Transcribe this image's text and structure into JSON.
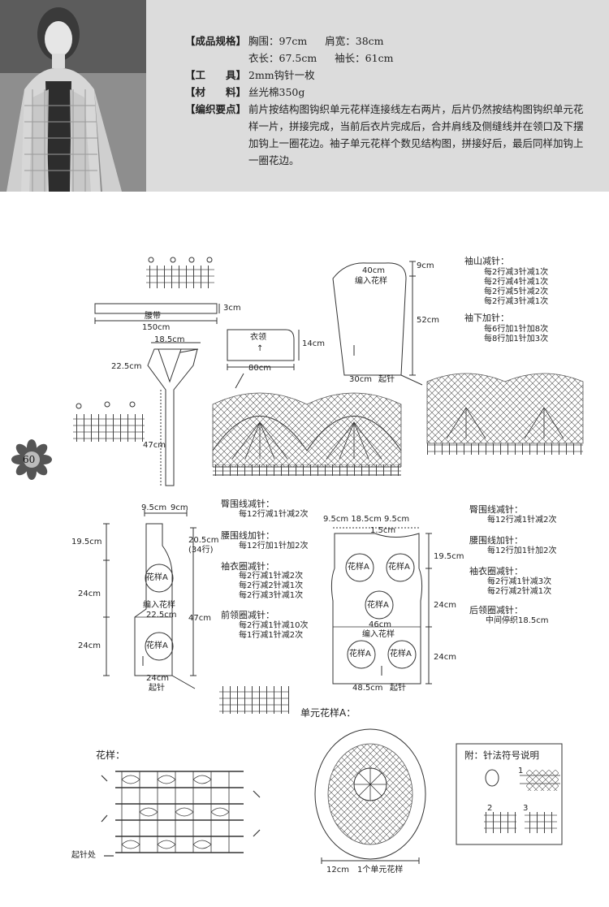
{
  "header": {
    "specs": [
      {
        "label": "【成品规格】",
        "items": [
          "胸围：97cm",
          "肩宽：38cm"
        ]
      },
      {
        "label": "",
        "items": [
          "衣长：67.5cm",
          "袖长：61cm"
        ]
      },
      {
        "label": "【工　　具】",
        "items": [
          "2mm钩针一枚"
        ]
      },
      {
        "label": "【材　　料】",
        "items": [
          "丝光棉350g"
        ]
      },
      {
        "label": "【编织要点】",
        "items": [
          "前片按结构图钩织单元花样连接线左右两片，后片仍然按结构图钩织单元花样一片，拼接完成，当前后衣片完成后，合并肩线及侧缝线并在领口及下摆加钩上一圈花边。袖子单元花样个数见结构图，拼接好后，最后同样加钩上一圈花边。"
        ]
      }
    ]
  },
  "page_number": "60",
  "belt": {
    "title": "腰带",
    "width": "150cm",
    "height": "3cm"
  },
  "collar": {
    "title": "衣领",
    "width": "80cm",
    "height": "14cm"
  },
  "neck": {
    "top": "18.5cm",
    "side": "22.5cm",
    "length": "47cm"
  },
  "sleeve": {
    "top": "40cm",
    "inside": "编入花样",
    "bottom": "30cm",
    "start": "起针",
    "cap_height": "9cm",
    "length": "52cm",
    "cap_title": "袖山减针：",
    "cap_lines": [
      "每2行减3针减1次",
      "每2行减4针减1次",
      "每2行减5针减2次",
      "每2行减3针减1次"
    ],
    "inc_title": "袖下加针：",
    "inc_lines": [
      "每6行加1针加8次",
      "每8行加1针加3次"
    ]
  },
  "front": {
    "shoulder": "9.5cm",
    "neck": "9cm",
    "h1": "19.5cm",
    "h2": "24cm",
    "h3": "24cm",
    "armhole": "20.5cm",
    "rows": "(34行)",
    "total": "47cm",
    "motif": "花样A",
    "inside": "编入花样",
    "width_mid": "22.5cm",
    "bottom": "24cm",
    "start": "起针",
    "notes": [
      {
        "title": "臀围线减针：",
        "lines": [
          "每12行减1针减2次"
        ]
      },
      {
        "title": "腰围线加针：",
        "lines": [
          "每12行加1针加2次"
        ]
      },
      {
        "title": "袖衣圈减针：",
        "lines": [
          "每2行减1针减2次",
          "每2行减2针减1次",
          "每2行减3针减1次"
        ]
      },
      {
        "title": "前领圈减针：",
        "lines": [
          "每2行减1针减10次",
          "每1行减1针减2次"
        ]
      }
    ]
  },
  "back": {
    "top": "9.5cm 18.5cm 9.5cm",
    "neck_depth": "1.5cm",
    "h1": "19.5cm",
    "h2": "24cm",
    "h3": "24cm",
    "motif": "花样A",
    "width_mid": "46cm",
    "inside": "编入花样",
    "bottom": "48.5cm",
    "start": "起针",
    "notes": [
      {
        "title": "臀围线减针：",
        "lines": [
          "每12行减1针减2次"
        ]
      },
      {
        "title": "腰围线加针：",
        "lines": [
          "每12行加1针加2次"
        ]
      },
      {
        "title": "袖衣圈减针：",
        "lines": [
          "每2行减1针减3次",
          "每2行减2针减1次"
        ]
      },
      {
        "title": "后领圈减针：",
        "lines": [
          "中间停织18.5cm"
        ]
      }
    ]
  },
  "unit_motif": {
    "title": "单元花样A：",
    "caption": "12cm　1个单元花样"
  },
  "pattern": {
    "title": "花样：",
    "start": "起针处"
  },
  "legend": {
    "title": "附：针法符号说明",
    "n1": "1",
    "n2": "2",
    "n3": "3"
  }
}
